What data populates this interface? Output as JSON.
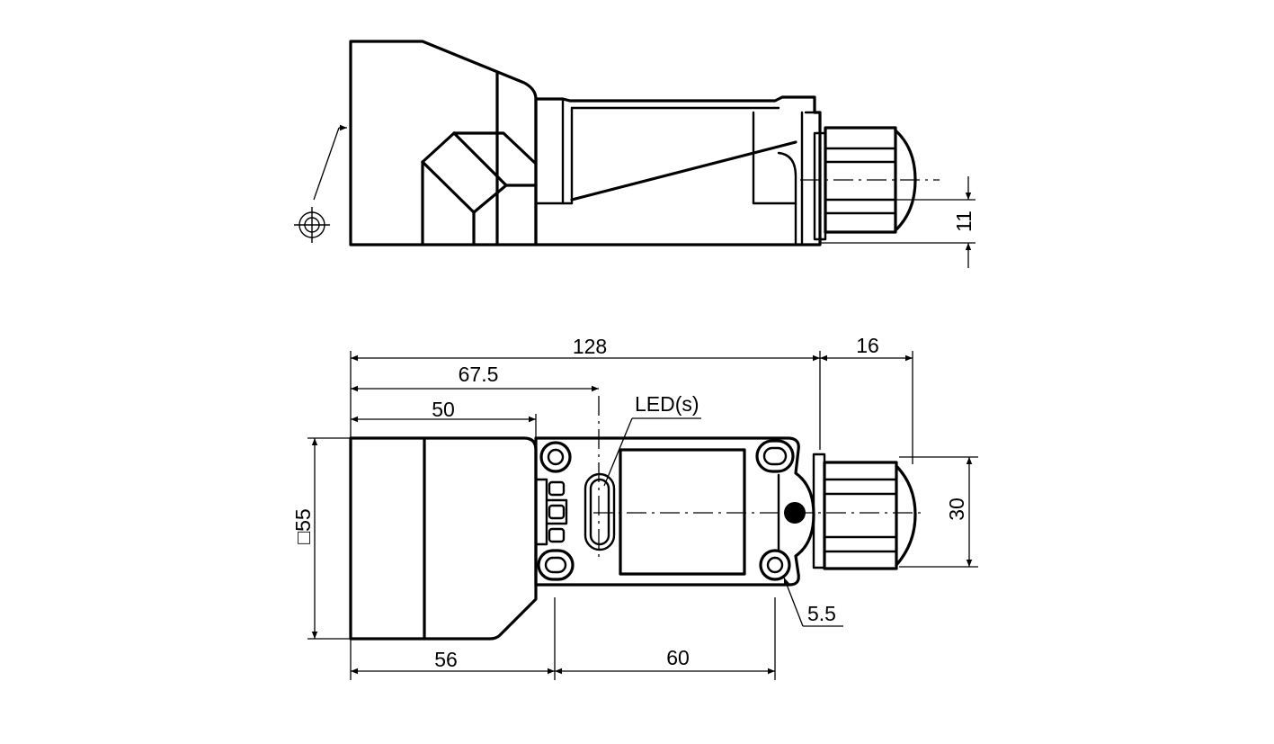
{
  "dimensions": {
    "overall_length": "128",
    "cable_gland": "16",
    "led_position": "67.5",
    "sensing_face": "50",
    "gland_height": "11",
    "square_size": "□55",
    "gland_width": "30",
    "head_length": "56",
    "hole_spacing": "60",
    "hole_diameter": "5.5"
  },
  "labels": {
    "led": "LED(s)"
  },
  "icons": {
    "sensing_direction": "crosshair-target-icon"
  }
}
